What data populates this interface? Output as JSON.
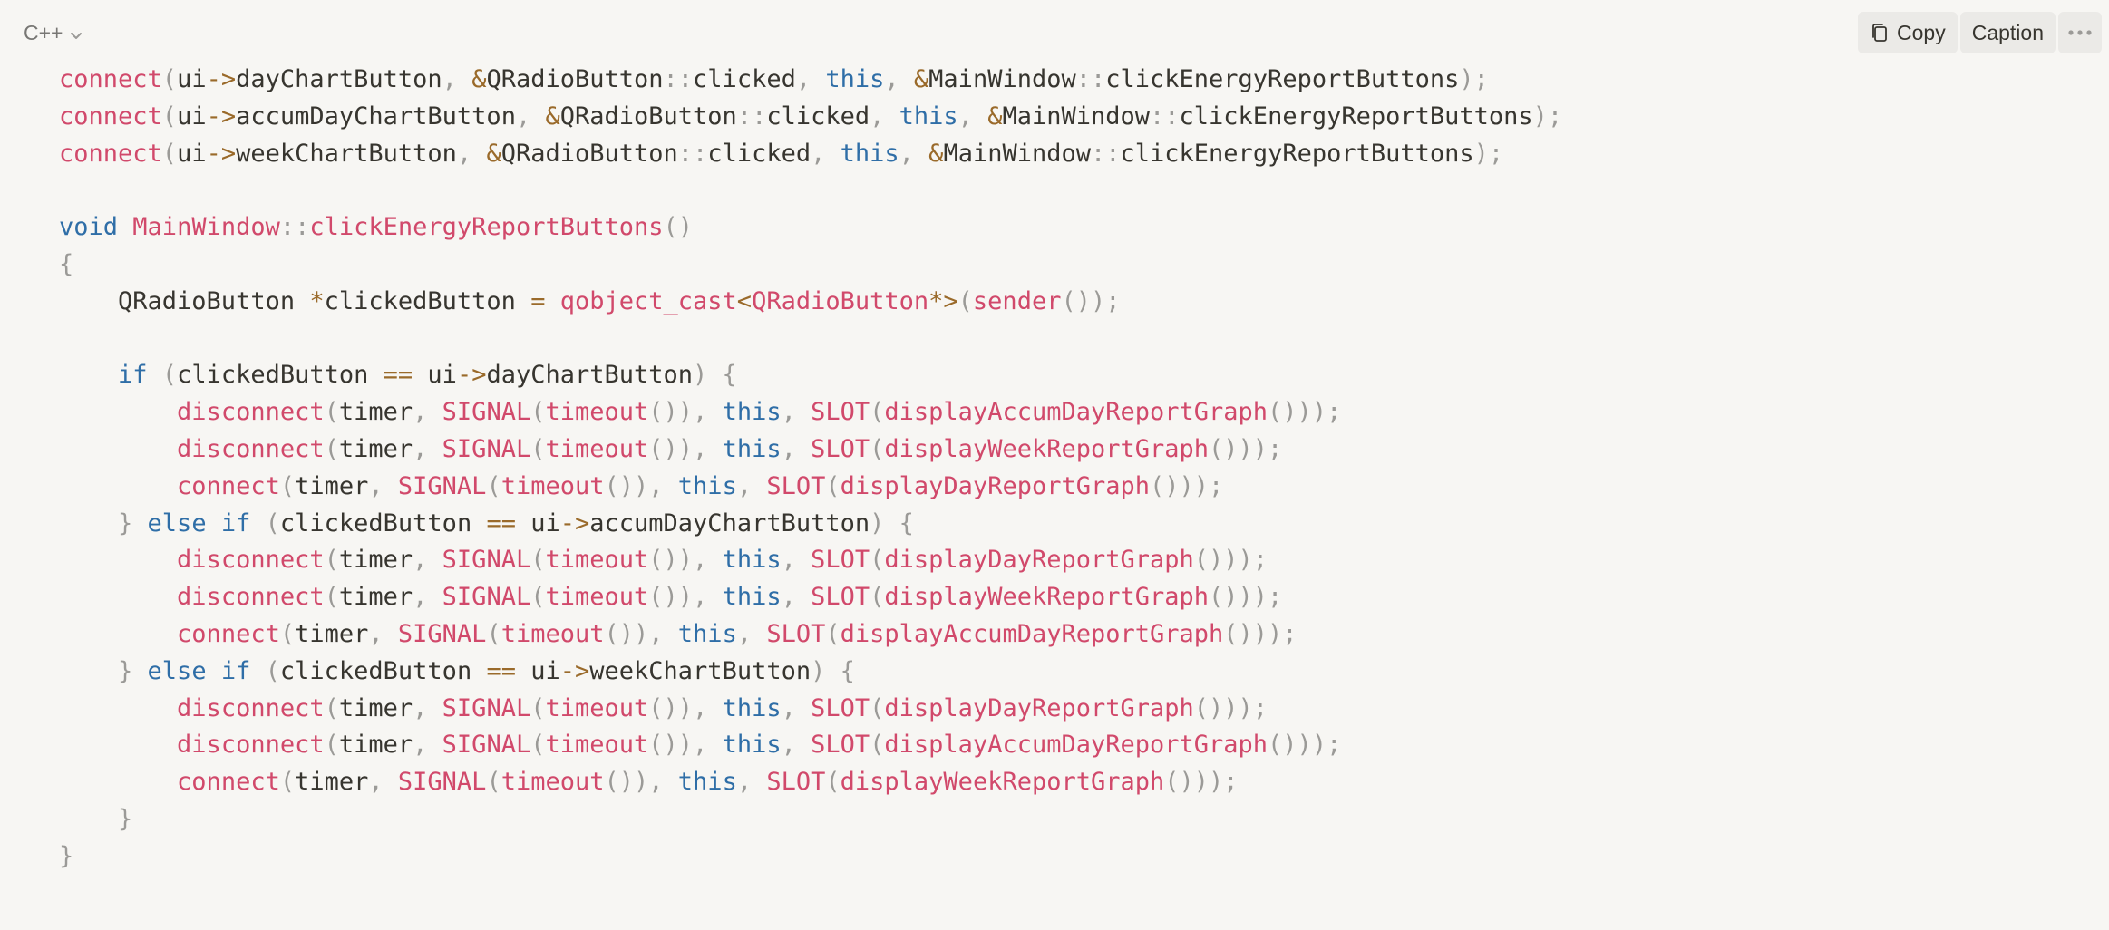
{
  "header": {
    "language": "C++",
    "copy_label": "Copy",
    "caption_label": "Caption"
  },
  "icons": {
    "language_dropdown": "chevron-down-icon",
    "copy": "copy-icon",
    "more": "more-horizontal-icon"
  },
  "colors": {
    "background": "#f7f6f3",
    "function": "#d1496b",
    "keyword": "#2f6ea7",
    "operator": "#9a6a2a",
    "punctuation": "#9b9a97",
    "plain": "#37352f"
  },
  "code_lines": [
    [
      [
        "fn",
        "connect"
      ],
      [
        "p",
        "("
      ],
      [
        "pl",
        "ui"
      ],
      [
        "op",
        "->"
      ],
      [
        "pl",
        "dayChartButton"
      ],
      [
        "p",
        ", "
      ],
      [
        "op",
        "&"
      ],
      [
        "pl",
        "QRadioButton"
      ],
      [
        "p",
        "::"
      ],
      [
        "pl",
        "clicked"
      ],
      [
        "p",
        ", "
      ],
      [
        "kw",
        "this"
      ],
      [
        "p",
        ", "
      ],
      [
        "op",
        "&"
      ],
      [
        "pl",
        "MainWindow"
      ],
      [
        "p",
        "::"
      ],
      [
        "pl",
        "clickEnergyReportButtons"
      ],
      [
        "p",
        ");"
      ]
    ],
    [
      [
        "fn",
        "connect"
      ],
      [
        "p",
        "("
      ],
      [
        "pl",
        "ui"
      ],
      [
        "op",
        "->"
      ],
      [
        "pl",
        "accumDayChartButton"
      ],
      [
        "p",
        ", "
      ],
      [
        "op",
        "&"
      ],
      [
        "pl",
        "QRadioButton"
      ],
      [
        "p",
        "::"
      ],
      [
        "pl",
        "clicked"
      ],
      [
        "p",
        ", "
      ],
      [
        "kw",
        "this"
      ],
      [
        "p",
        ", "
      ],
      [
        "op",
        "&"
      ],
      [
        "pl",
        "MainWindow"
      ],
      [
        "p",
        "::"
      ],
      [
        "pl",
        "clickEnergyReportButtons"
      ],
      [
        "p",
        ");"
      ]
    ],
    [
      [
        "fn",
        "connect"
      ],
      [
        "p",
        "("
      ],
      [
        "pl",
        "ui"
      ],
      [
        "op",
        "->"
      ],
      [
        "pl",
        "weekChartButton"
      ],
      [
        "p",
        ", "
      ],
      [
        "op",
        "&"
      ],
      [
        "pl",
        "QRadioButton"
      ],
      [
        "p",
        "::"
      ],
      [
        "pl",
        "clicked"
      ],
      [
        "p",
        ", "
      ],
      [
        "kw",
        "this"
      ],
      [
        "p",
        ", "
      ],
      [
        "op",
        "&"
      ],
      [
        "pl",
        "MainWindow"
      ],
      [
        "p",
        "::"
      ],
      [
        "pl",
        "clickEnergyReportButtons"
      ],
      [
        "p",
        ");"
      ]
    ],
    [],
    [
      [
        "kw",
        "void"
      ],
      [
        "pl",
        " "
      ],
      [
        "fn",
        "MainWindow"
      ],
      [
        "p",
        "::"
      ],
      [
        "fn",
        "clickEnergyReportButtons"
      ],
      [
        "p",
        "()"
      ]
    ],
    [
      [
        "p",
        "{"
      ]
    ],
    [
      [
        "pl",
        "    QRadioButton "
      ],
      [
        "op",
        "*"
      ],
      [
        "pl",
        "clickedButton "
      ],
      [
        "op",
        "="
      ],
      [
        "pl",
        " "
      ],
      [
        "fn",
        "qobject_cast"
      ],
      [
        "op",
        "<"
      ],
      [
        "fn",
        "QRadioButton"
      ],
      [
        "op",
        "*>"
      ],
      [
        "p",
        "("
      ],
      [
        "fn",
        "sender"
      ],
      [
        "p",
        "());"
      ]
    ],
    [],
    [
      [
        "pl",
        "    "
      ],
      [
        "kw",
        "if"
      ],
      [
        "pl",
        " "
      ],
      [
        "p",
        "("
      ],
      [
        "pl",
        "clickedButton "
      ],
      [
        "op",
        "=="
      ],
      [
        "pl",
        " ui"
      ],
      [
        "op",
        "->"
      ],
      [
        "pl",
        "dayChartButton"
      ],
      [
        "p",
        ") {"
      ]
    ],
    [
      [
        "pl",
        "        "
      ],
      [
        "fn",
        "disconnect"
      ],
      [
        "p",
        "("
      ],
      [
        "pl",
        "timer"
      ],
      [
        "p",
        ", "
      ],
      [
        "fn",
        "SIGNAL"
      ],
      [
        "p",
        "("
      ],
      [
        "fn",
        "timeout"
      ],
      [
        "p",
        "()), "
      ],
      [
        "kw",
        "this"
      ],
      [
        "p",
        ", "
      ],
      [
        "fn",
        "SLOT"
      ],
      [
        "p",
        "("
      ],
      [
        "fn",
        "displayAccumDayReportGraph"
      ],
      [
        "p",
        "()));"
      ]
    ],
    [
      [
        "pl",
        "        "
      ],
      [
        "fn",
        "disconnect"
      ],
      [
        "p",
        "("
      ],
      [
        "pl",
        "timer"
      ],
      [
        "p",
        ", "
      ],
      [
        "fn",
        "SIGNAL"
      ],
      [
        "p",
        "("
      ],
      [
        "fn",
        "timeout"
      ],
      [
        "p",
        "()), "
      ],
      [
        "kw",
        "this"
      ],
      [
        "p",
        ", "
      ],
      [
        "fn",
        "SLOT"
      ],
      [
        "p",
        "("
      ],
      [
        "fn",
        "displayWeekReportGraph"
      ],
      [
        "p",
        "()));"
      ]
    ],
    [
      [
        "pl",
        "        "
      ],
      [
        "fn",
        "connect"
      ],
      [
        "p",
        "("
      ],
      [
        "pl",
        "timer"
      ],
      [
        "p",
        ", "
      ],
      [
        "fn",
        "SIGNAL"
      ],
      [
        "p",
        "("
      ],
      [
        "fn",
        "timeout"
      ],
      [
        "p",
        "()), "
      ],
      [
        "kw",
        "this"
      ],
      [
        "p",
        ", "
      ],
      [
        "fn",
        "SLOT"
      ],
      [
        "p",
        "("
      ],
      [
        "fn",
        "displayDayReportGraph"
      ],
      [
        "p",
        "()));"
      ]
    ],
    [
      [
        "pl",
        "    "
      ],
      [
        "p",
        "} "
      ],
      [
        "kw",
        "else if"
      ],
      [
        "pl",
        " "
      ],
      [
        "p",
        "("
      ],
      [
        "pl",
        "clickedButton "
      ],
      [
        "op",
        "=="
      ],
      [
        "pl",
        " ui"
      ],
      [
        "op",
        "->"
      ],
      [
        "pl",
        "accumDayChartButton"
      ],
      [
        "p",
        ") {"
      ]
    ],
    [
      [
        "pl",
        "        "
      ],
      [
        "fn",
        "disconnect"
      ],
      [
        "p",
        "("
      ],
      [
        "pl",
        "timer"
      ],
      [
        "p",
        ", "
      ],
      [
        "fn",
        "SIGNAL"
      ],
      [
        "p",
        "("
      ],
      [
        "fn",
        "timeout"
      ],
      [
        "p",
        "()), "
      ],
      [
        "kw",
        "this"
      ],
      [
        "p",
        ", "
      ],
      [
        "fn",
        "SLOT"
      ],
      [
        "p",
        "("
      ],
      [
        "fn",
        "displayDayReportGraph"
      ],
      [
        "p",
        "()));"
      ]
    ],
    [
      [
        "pl",
        "        "
      ],
      [
        "fn",
        "disconnect"
      ],
      [
        "p",
        "("
      ],
      [
        "pl",
        "timer"
      ],
      [
        "p",
        ", "
      ],
      [
        "fn",
        "SIGNAL"
      ],
      [
        "p",
        "("
      ],
      [
        "fn",
        "timeout"
      ],
      [
        "p",
        "()), "
      ],
      [
        "kw",
        "this"
      ],
      [
        "p",
        ", "
      ],
      [
        "fn",
        "SLOT"
      ],
      [
        "p",
        "("
      ],
      [
        "fn",
        "displayWeekReportGraph"
      ],
      [
        "p",
        "()));"
      ]
    ],
    [
      [
        "pl",
        "        "
      ],
      [
        "fn",
        "connect"
      ],
      [
        "p",
        "("
      ],
      [
        "pl",
        "timer"
      ],
      [
        "p",
        ", "
      ],
      [
        "fn",
        "SIGNAL"
      ],
      [
        "p",
        "("
      ],
      [
        "fn",
        "timeout"
      ],
      [
        "p",
        "()), "
      ],
      [
        "kw",
        "this"
      ],
      [
        "p",
        ", "
      ],
      [
        "fn",
        "SLOT"
      ],
      [
        "p",
        "("
      ],
      [
        "fn",
        "displayAccumDayReportGraph"
      ],
      [
        "p",
        "()));"
      ]
    ],
    [
      [
        "pl",
        "    "
      ],
      [
        "p",
        "} "
      ],
      [
        "kw",
        "else if"
      ],
      [
        "pl",
        " "
      ],
      [
        "p",
        "("
      ],
      [
        "pl",
        "clickedButton "
      ],
      [
        "op",
        "=="
      ],
      [
        "pl",
        " ui"
      ],
      [
        "op",
        "->"
      ],
      [
        "pl",
        "weekChartButton"
      ],
      [
        "p",
        ") {"
      ]
    ],
    [
      [
        "pl",
        "        "
      ],
      [
        "fn",
        "disconnect"
      ],
      [
        "p",
        "("
      ],
      [
        "pl",
        "timer"
      ],
      [
        "p",
        ", "
      ],
      [
        "fn",
        "SIGNAL"
      ],
      [
        "p",
        "("
      ],
      [
        "fn",
        "timeout"
      ],
      [
        "p",
        "()), "
      ],
      [
        "kw",
        "this"
      ],
      [
        "p",
        ", "
      ],
      [
        "fn",
        "SLOT"
      ],
      [
        "p",
        "("
      ],
      [
        "fn",
        "displayDayReportGraph"
      ],
      [
        "p",
        "()));"
      ]
    ],
    [
      [
        "pl",
        "        "
      ],
      [
        "fn",
        "disconnect"
      ],
      [
        "p",
        "("
      ],
      [
        "pl",
        "timer"
      ],
      [
        "p",
        ", "
      ],
      [
        "fn",
        "SIGNAL"
      ],
      [
        "p",
        "("
      ],
      [
        "fn",
        "timeout"
      ],
      [
        "p",
        "()), "
      ],
      [
        "kw",
        "this"
      ],
      [
        "p",
        ", "
      ],
      [
        "fn",
        "SLOT"
      ],
      [
        "p",
        "("
      ],
      [
        "fn",
        "displayAccumDayReportGraph"
      ],
      [
        "p",
        "()));"
      ]
    ],
    [
      [
        "pl",
        "        "
      ],
      [
        "fn",
        "connect"
      ],
      [
        "p",
        "("
      ],
      [
        "pl",
        "timer"
      ],
      [
        "p",
        ", "
      ],
      [
        "fn",
        "SIGNAL"
      ],
      [
        "p",
        "("
      ],
      [
        "fn",
        "timeout"
      ],
      [
        "p",
        "()), "
      ],
      [
        "kw",
        "this"
      ],
      [
        "p",
        ", "
      ],
      [
        "fn",
        "SLOT"
      ],
      [
        "p",
        "("
      ],
      [
        "fn",
        "displayWeekReportGraph"
      ],
      [
        "p",
        "()));"
      ]
    ],
    [
      [
        "pl",
        "    "
      ],
      [
        "p",
        "}"
      ]
    ],
    [
      [
        "p",
        "}"
      ]
    ]
  ]
}
